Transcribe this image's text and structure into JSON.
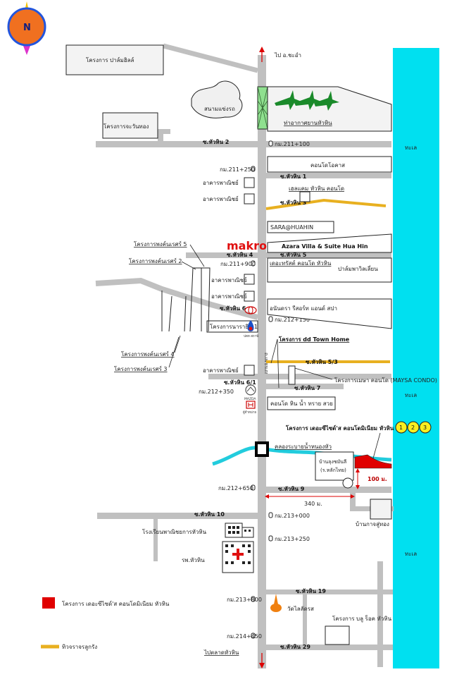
{
  "compass": {
    "letter": "N"
  },
  "sea_label": "ทะเล",
  "projects": {
    "palm_hills": "โครงการ ปาล์มฮิลล์",
    "ruenthong": "โครงการจะวันทอง",
    "phongkanrare5": "โครงการพงค์นเรศร์ 5",
    "phongkanrare2": "โครงการพงค์นเรศร์ 2",
    "phongkanrare4": "โครงการพงค์นเรศร์ 4",
    "phongkanrare3": "โครงการพงค์นเรศร์ 3",
    "narathip": "โครงการนาราธิตี้ 1",
    "dd_townhome": "โครงการ dd Town Home",
    "maysa": "โครงการเมษา คอนโด (MAYSA CONDO)",
    "seaside": "โครงการ เดอะซีไซด์'ส คอนโดมิเนียม หัวหิน",
    "bluerock": "โครงการ บลู ร็อค หัวหิน"
  },
  "places": {
    "golf": "สนามแข่งรถ",
    "airport": "ท่าอากาศยานหัวหิน",
    "condo_ocas": "คอนโดโอคาส",
    "baan_saem": "เฮลแคม หัวหิน คอนโด",
    "sara": "SARA@HUAHIN",
    "azara": "Azara Villa & Suite Hua Hin",
    "makro": "makro",
    "the_trust": "เดอะทรัสต์ คอนโด หัวหิน",
    "palm_pavilion": "ปาล์มพาวิลเลี่ยน",
    "ananda": "อนันดรา รีสอร์ท แอนด์ สปา",
    "shop1": "อาคารพาณิชย์",
    "shop2": "อาคารพาณิชย์",
    "shop3": "อาคารพาณิชย์",
    "shop4": "อาคารพาณิชย์",
    "shop5": "อาคารพาณิชย์",
    "condo_namsai": "คอนโด หิน น้ำ ทราย สวย",
    "khlong": "คลองระบายน้ำหนองหัว",
    "baan_luang": "บ้านลุงชมันลี",
    "baan_luang_sub": "(ร.หลักไทย)",
    "baan_kao": "บ้านกาจสู่ทอง",
    "school": "โรงเรียนพาณิชยการหัวหิน",
    "hospital": "รพ.หัวหิน",
    "temple": "วัดไลลัดรส",
    "market": "ไปตลาดหัวหิน",
    "cha_am": "ไป อ.ชะอำ",
    "ptt": "ปตท สถานี",
    "mazda": "MAZDA",
    "honda": "ผู้จำหน่าย"
  },
  "roads": {
    "main_vertical": "ถ.เพชรเกษม",
    "s2": "ซ.หัวหิน 2",
    "s1": "ซ.หัวหิน 1",
    "s3": "ซ.หัวหิน 3",
    "s4": "ซ.หัวหิน 4",
    "s5": "ซ.หัวหิน 5",
    "s6": "ซ.หัวหิน 6",
    "s53": "ซ.หัวหิน 5/3",
    "s61": "ซ.หัวหิน 6/1",
    "s7": "ซ.หัวหิน 7",
    "s9": "ซ.หัวหิน 9",
    "s10": "ซ.หัวหิน 10",
    "s19": "ซ.หัวหิน 19",
    "s29": "ซ.หัวหิน 29"
  },
  "km": {
    "k100": "กม.211+100",
    "k250": "กม.211+250",
    "k900": "กม.211+900",
    "k150": "กม.212+150",
    "k350": "กม.212+350",
    "k650": "กม.212+650",
    "k000": "กม.213+000",
    "k3250": "กม.213+250",
    "k800": "กม.213+800",
    "k450": "กม.214+450"
  },
  "distances": {
    "d100": "100 ม.",
    "d340": "340 ม."
  },
  "badges": [
    "1",
    "2",
    "3"
  ],
  "legend": {
    "project_label": "โครงการ เดอะซีไซด์'ส คอนโดมิเนียม หัวหิน",
    "highway_label": "ทิวจราจรลูกรัง"
  },
  "colors": {
    "sea": "#00e0f0",
    "road": "#c0c0c0",
    "orange_road": "#e8b020",
    "canal": "#22ccdd",
    "project": "#e00000"
  }
}
